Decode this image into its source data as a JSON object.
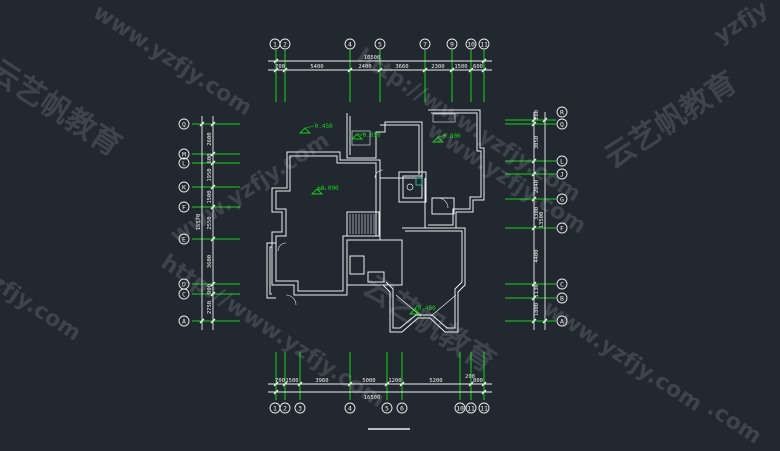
{
  "drawing": {
    "top_dims": {
      "total": "16500",
      "segments": [
        "700",
        "5400",
        "2400",
        "3660",
        "2300",
        "1500",
        "600"
      ]
    },
    "bottom_dims": {
      "total": "16500",
      "segments": [
        "700",
        "1500",
        "3960",
        "5000",
        "1200",
        "5200",
        "800"
      ],
      "extra": "200"
    },
    "left_dims": {
      "total": "15570",
      "segments": [
        "2600",
        "600",
        "1950",
        "1500",
        "2550",
        "3600",
        "900",
        "2750"
      ]
    },
    "right_dims": {
      "total": "13500",
      "segments": [
        "200",
        "3050",
        "2040",
        "3300",
        "4400",
        "1130",
        "1800"
      ]
    },
    "top_axes": [
      "1",
      "2",
      "4",
      "5",
      "7",
      "9",
      "10",
      "11"
    ],
    "bottom_axes": [
      "1",
      "2",
      "3",
      "4",
      "5",
      "6",
      "10",
      "11"
    ],
    "left_axes": [
      "Q",
      "M",
      "L",
      "K",
      "F",
      "E",
      "D",
      "C",
      "A"
    ],
    "right_axes": [
      "R",
      "Q",
      "L",
      "J",
      "G",
      "F",
      "C",
      "B",
      "A"
    ],
    "elevations": [
      "-0.450",
      "-0.050",
      "-0.800",
      "±0.000",
      "-0.450"
    ],
    "colors": {
      "background": "#212830",
      "walls": "#e9edf2",
      "dimension": "#f0f0f0",
      "axis_line": "#17d217",
      "elevation": "#17d217"
    }
  },
  "watermarks": {
    "url": "www.yzfjy.com",
    "http": "http://www.yzfjy.com",
    "brand": "云艺帆教育",
    "short": "yzfjy",
    "domain_tail": "zfjy.com",
    "fragment": ".com"
  }
}
